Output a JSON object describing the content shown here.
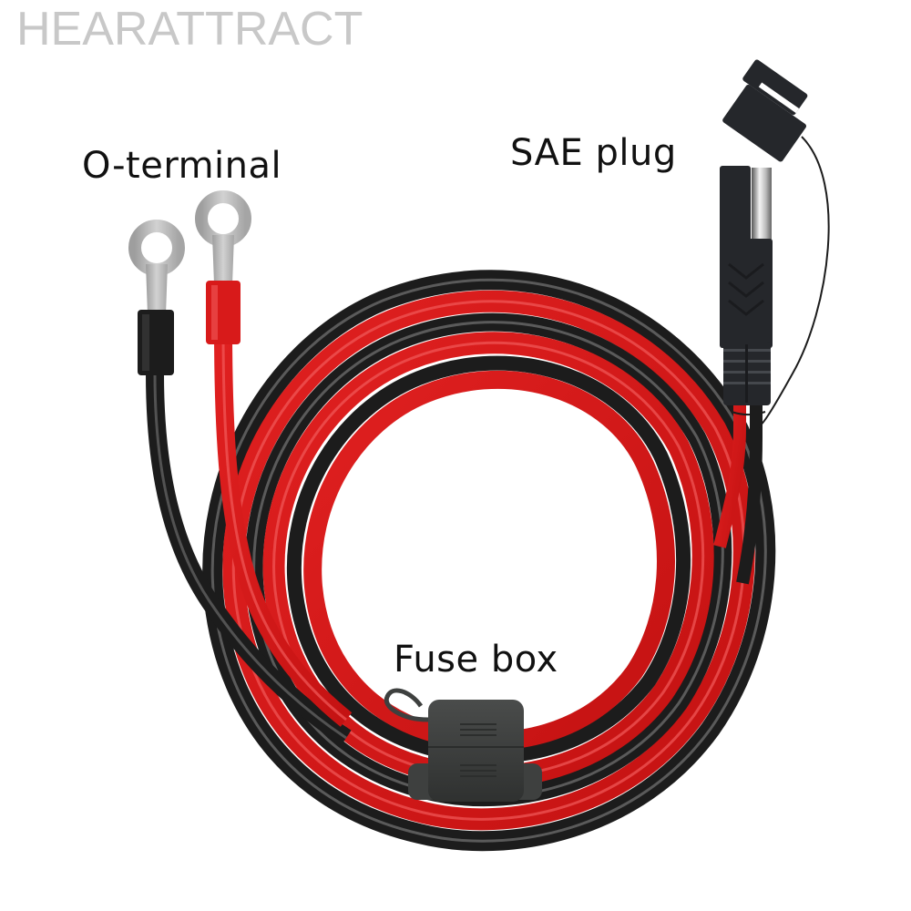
{
  "watermark": {
    "text": "HEARATTRACT"
  },
  "labels": {
    "o_terminal": "O-terminal",
    "sae_plug": "SAE plug",
    "fuse_box": "Fuse box"
  },
  "components": [
    {
      "name": "o-terminal-black",
      "type": "ring-terminal",
      "sleeve_color": "#1c1c1c"
    },
    {
      "name": "o-terminal-red",
      "type": "ring-terminal",
      "sleeve_color": "#d81a1a"
    },
    {
      "name": "sae-plug",
      "type": "connector",
      "color": "#25272b"
    },
    {
      "name": "sae-dust-cap",
      "type": "cap",
      "color": "#25272b"
    },
    {
      "name": "fuse-box",
      "type": "inline-fuse-holder",
      "color": "#3e403f"
    },
    {
      "name": "cable-coil",
      "type": "twin-wire",
      "colors": [
        "#d81a1a",
        "#1c1c1c"
      ]
    }
  ],
  "colors": {
    "wire_red": "#d81a1a",
    "wire_red_highlight": "#f15a5a",
    "wire_black": "#1c1c1c",
    "wire_black_highlight": "#6a6a6a",
    "terminal_metal": "#b9b9b9",
    "plug_body": "#25272b",
    "fuse_body": "#3e403f",
    "watermark": "#c8c8c8"
  }
}
